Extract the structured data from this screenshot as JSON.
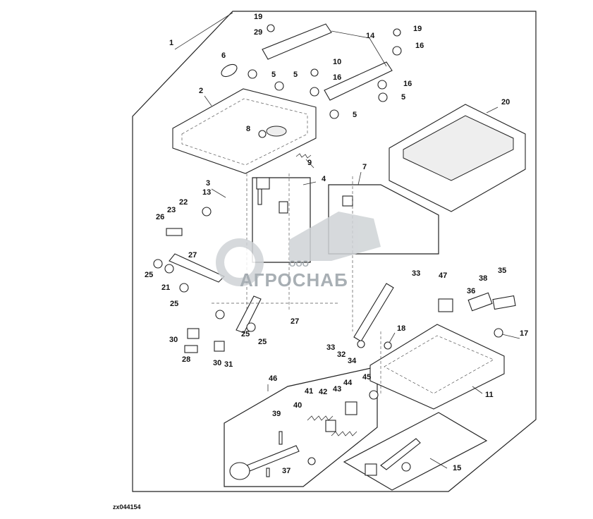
{
  "diagram": {
    "reference_code": "zx044154",
    "watermark": {
      "prefix": "ООО",
      "name": "АГРОСНАБ"
    },
    "callouts": [
      "1",
      "2",
      "3",
      "4",
      "5",
      "6",
      "7",
      "8",
      "9",
      "10",
      "11",
      "13",
      "14",
      "15",
      "16",
      "17",
      "18",
      "19",
      "20",
      "21",
      "22",
      "23",
      "25",
      "26",
      "27",
      "28",
      "29",
      "30",
      "31",
      "32",
      "33",
      "34",
      "35",
      "36",
      "37",
      "38",
      "39",
      "40",
      "41",
      "42",
      "43",
      "44",
      "45",
      "46",
      "47"
    ]
  }
}
